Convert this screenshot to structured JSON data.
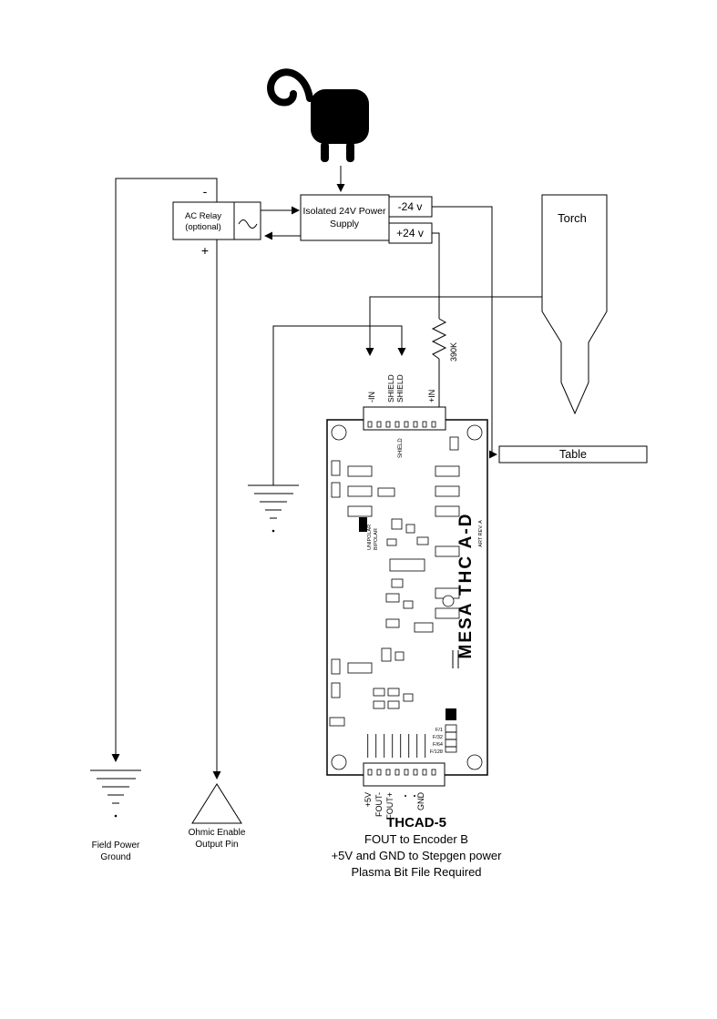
{
  "colors": {
    "ink": "#000000",
    "background": "#ffffff"
  },
  "icons": {
    "plug": "power-plug",
    "relay_symbol": "sine-wave",
    "grounds": "earth-ground",
    "ohmic_pin": "triangle-pin",
    "connections": "arrowhead"
  },
  "supply": {
    "line1": "Isolated 24V Power",
    "line2": "Supply"
  },
  "rails": {
    "negative": "-24 v",
    "positive": "+24 v"
  },
  "relay": {
    "line1": "AC Relay",
    "line2": "(optional)",
    "terminal_minus": "-",
    "terminal_plus": "+"
  },
  "torch": {
    "label": "Torch"
  },
  "table": {
    "label": "Table"
  },
  "resistor": {
    "value": "390K"
  },
  "board": {
    "brand": "MESA THC A-D",
    "rev": "ART REV. A",
    "shield_silkscreen": "SHIELD",
    "jumper": {
      "unipolar": "UNIPOLAR",
      "bipolar": "BIPOLAR"
    },
    "top_pins": [
      "-IN",
      "SHIELD",
      "SHIELD",
      "+IN"
    ],
    "bottom_pins": [
      "+5V",
      "FOUT-",
      "FOUT+",
      "GND"
    ],
    "freq_options": [
      "F/1",
      "F/32",
      "F/64",
      "F/128"
    ]
  },
  "field_ground": {
    "line1": "Field Power",
    "line2": "Ground"
  },
  "ohmic": {
    "line1": "Ohmic Enable",
    "line2": "Output Pin"
  },
  "caption": {
    "title": "THCAD-5",
    "line1": "FOUT to  Encoder B",
    "line2": "+5V and GND to Stepgen power",
    "line3": "Plasma Bit File Required"
  }
}
